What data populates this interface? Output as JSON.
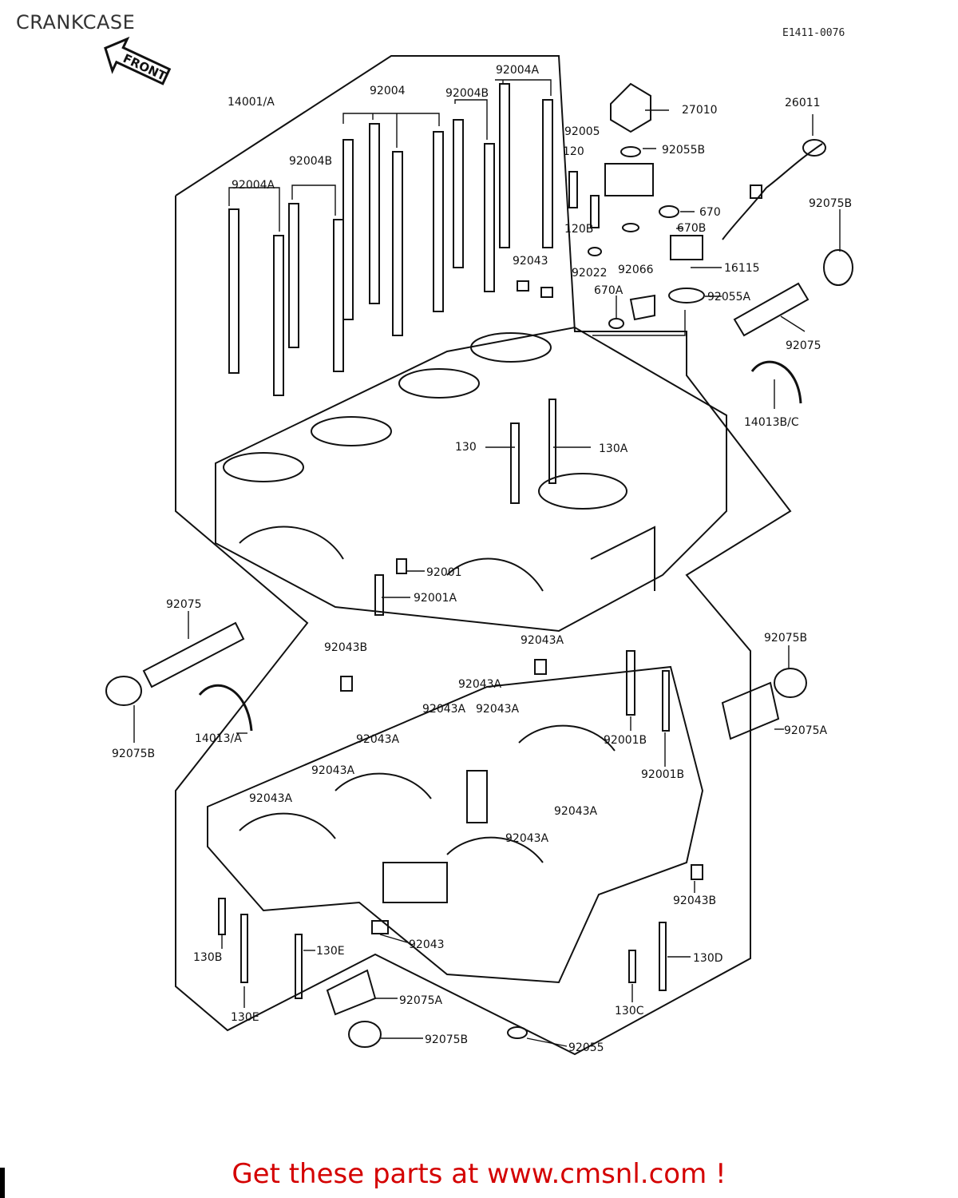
{
  "page": {
    "title": "CRANKCASE",
    "drawing_code": "E1411-0076",
    "front_label": "FRONT",
    "cta_text": "Get these parts at www.cmsnl.com !",
    "colors": {
      "cta": "#d40000",
      "line": "#111111",
      "title": "#333333"
    }
  },
  "callouts": [
    "14001/A",
    "92004",
    "92004B",
    "92004A",
    "92004B",
    "92004A",
    "92005",
    "120",
    "120B",
    "27010",
    "92055B",
    "670",
    "670B",
    "26011",
    "92075B",
    "16115",
    "92043",
    "92022",
    "92066",
    "670A",
    "92055A",
    "92075",
    "14013B/C",
    "130",
    "130A",
    "92001",
    "92001A",
    "92075",
    "92043B",
    "92043A",
    "92043A",
    "92043A",
    "92075B",
    "14013/A",
    "92075B",
    "92001B",
    "92001B",
    "92075A",
    "92043A",
    "92043A",
    "92043A",
    "92043A",
    "92043A",
    "92043A",
    "92043B",
    "130B",
    "130E",
    "130E",
    "92043",
    "92075A",
    "92075B",
    "92055",
    "130C",
    "130D"
  ]
}
